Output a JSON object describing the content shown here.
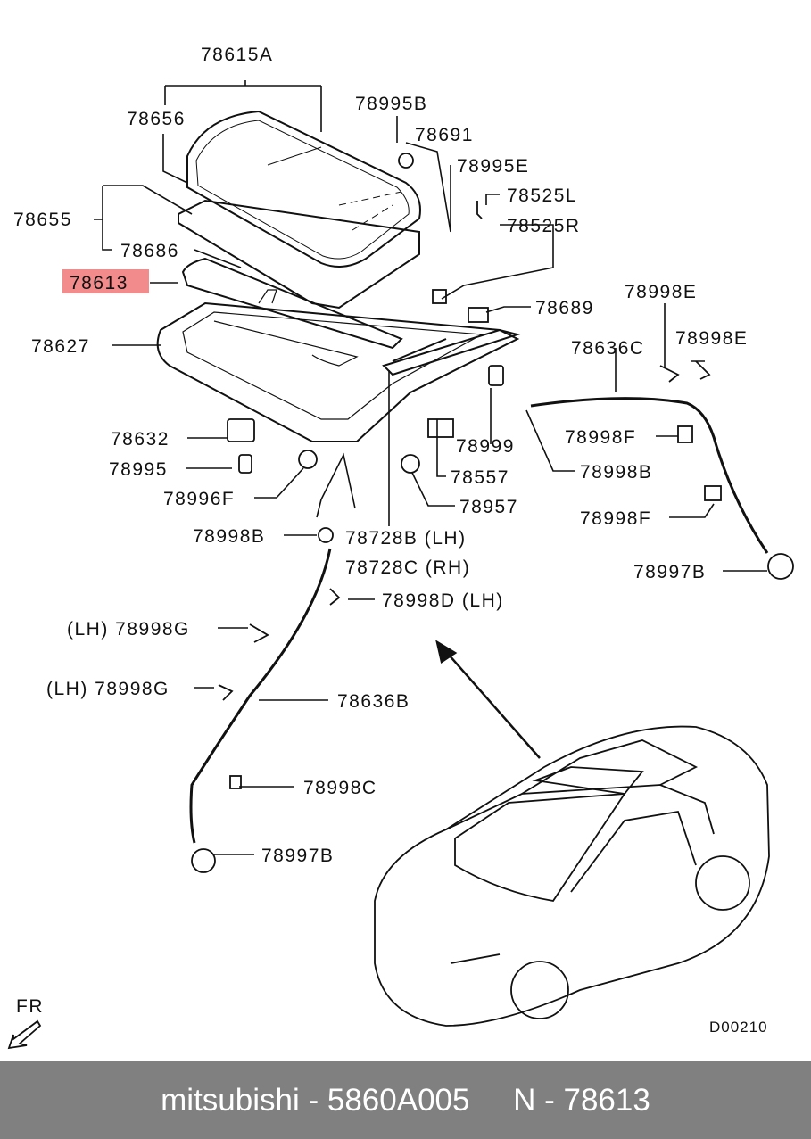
{
  "diagram": {
    "labels": {
      "l78615A": "78615A",
      "l78656": "78656",
      "l78995B": "78995B",
      "l78691": "78691",
      "l78995E": "78995E",
      "l78525L": "78525L",
      "l78525R": "78525R",
      "l78655": "78655",
      "l78686": "78686",
      "l78613": "78613",
      "l78689": "78689",
      "l78627": "78627",
      "l78998E_1": "78998E",
      "l78636C": "78636C",
      "l78998E_2": "78998E",
      "l78632": "78632",
      "l78999": "78999",
      "l78998F_1": "78998F",
      "l78995": "78995",
      "l78557": "78557",
      "l78998B_1": "78998B",
      "l78996F": "78996F",
      "l78957": "78957",
      "l78998F_2": "78998F",
      "l78998B_2": "78998B",
      "l78728B": "78728B (LH)",
      "l78728C": "78728C (RH)",
      "l78997B_1": "78997B",
      "l78998D": "78998D (LH)",
      "l78998G_1": "(LH) 78998G",
      "l78998G_2": "(LH) 78998G",
      "l78636B": "78636B",
      "l78998C": "78998C",
      "l78997B_2": "78997B",
      "fr": "FR",
      "code": "D00210"
    },
    "highlight_color": "#f28c8c"
  },
  "footer": {
    "brand": "mitsubishi",
    "separator1": " - ",
    "part_number": "5860A005",
    "gap": "     ",
    "n_label": "N - ",
    "n_value": "78613"
  }
}
